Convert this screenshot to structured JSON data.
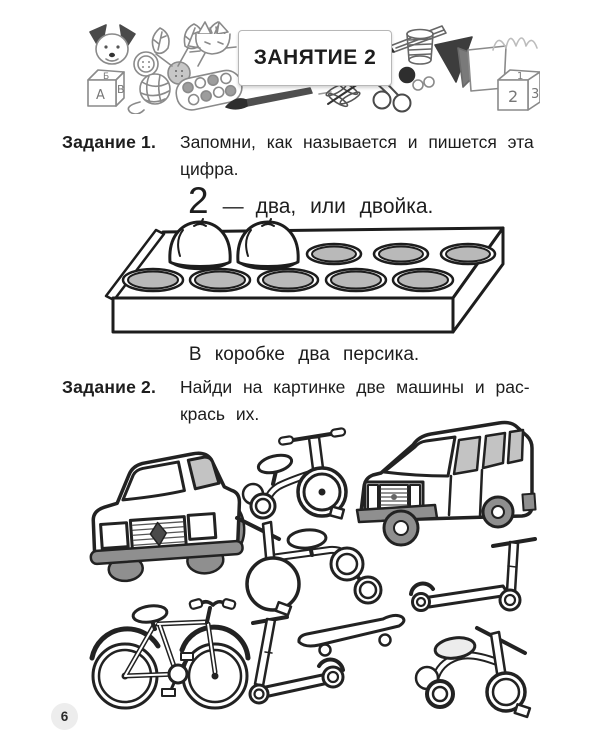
{
  "page": {
    "number": "6"
  },
  "header": {
    "title": "ЗАНЯТИЕ 2",
    "doodle_icons": [
      "dog-icon",
      "alphabet-cube-icon",
      "button-icon",
      "yarn-ball-icon",
      "leaves-icon",
      "cat-icon",
      "paint-palette-icon",
      "paintbrush-icon",
      "dragonfly-icon",
      "scissors-icon",
      "pencil-icon",
      "thread-spool-icon",
      "button-thread-icon",
      "folded-paper-icon",
      "hand-sketch-icon",
      "number-cube-icon"
    ]
  },
  "task1": {
    "label": "Задание 1.",
    "line1": "Запомни, как называется и пишется эта",
    "line2": "цифра.",
    "digit": "2",
    "dash": "—",
    "digit_caption": "два, или двойка.",
    "figure_caption": "В коробке два персика.",
    "figure": {
      "name": "peach-box",
      "peaches": 2,
      "holes": 10,
      "rows": 2
    }
  },
  "task2": {
    "label": "Задание 2.",
    "line1": "Найди на картинке две машины и рас-",
    "line2": "крась их.",
    "figure": {
      "vehicles": [
        "car",
        "tricycle",
        "suv",
        "tricycle",
        "kick-scooter",
        "bicycle",
        "kick-scooter",
        "skateboard",
        "tricycle"
      ],
      "cars_to_find": 2
    }
  },
  "colors": {
    "ink": "#1d1d1d",
    "gray_fill": "#8f8f8f",
    "window_gray": "#c3c3c3",
    "hole_gray": "#b9b9b9",
    "sketch_gray": "#8a8a8a",
    "badge_bg": "#ededed"
  }
}
